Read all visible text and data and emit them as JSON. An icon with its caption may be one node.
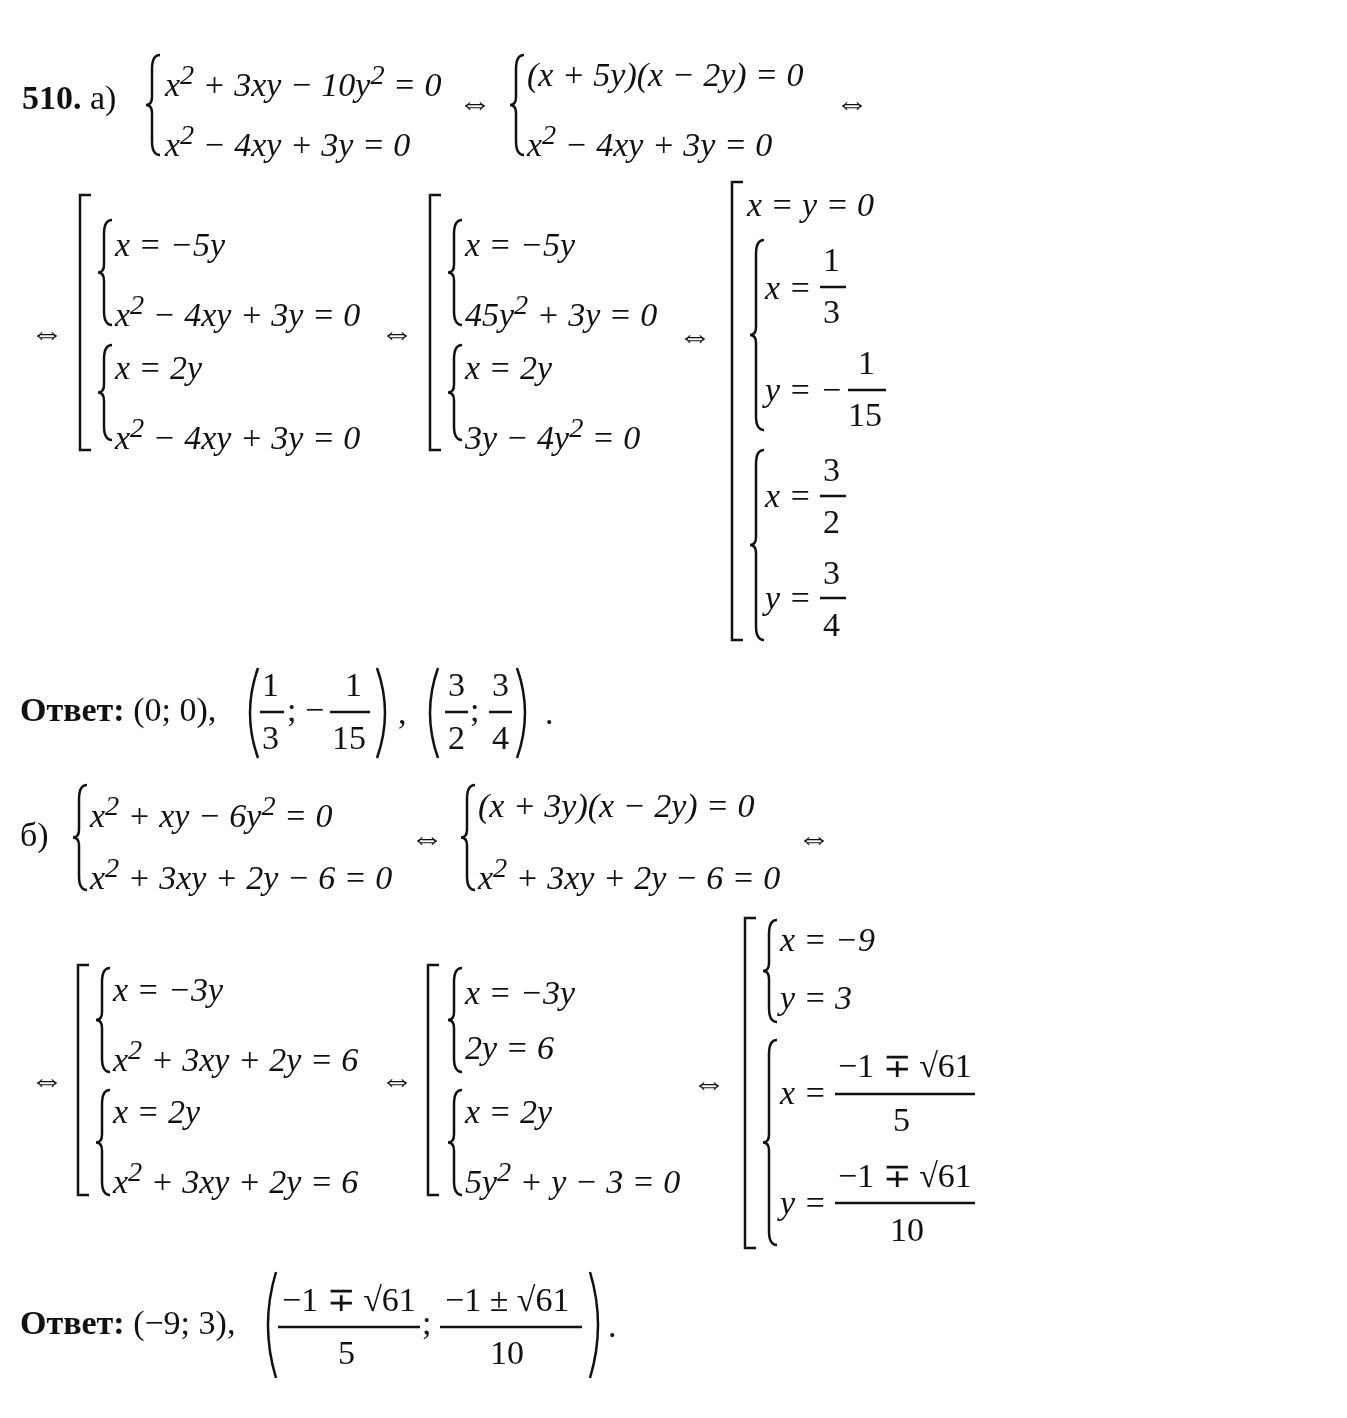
{
  "diagram": {
    "labels": [
      "**510.** а)",
      "x$^{2}$ + 3xy − 10y$^{2}$ = 0",
      "x$^{2}$ − 4xy + 3y = 0",
      "⇔",
      "(x + 5y)(x − 2y) = 0",
      "x$^{2}$ − 4xy + 3y = 0",
      "⇔",
      "⇔",
      "x = −5y",
      "x$^{2}$ − 4xy + 3y = 0",
      "x = 2y",
      "x$^{2}$ − 4xy + 3y = 0",
      "⇔",
      "x = −5y",
      "45y$^{2}$ + 3y = 0",
      "x = 2y",
      "3y − 4y$^{2}$ = 0",
      "⇔",
      "x = y = 0",
      "x =",
      "1",
      "3",
      "y = −",
      "1",
      "15",
      "x =",
      "3",
      "2",
      "y =",
      "3",
      "4",
      "**Ответ:** (0; 0),",
      "1",
      "3",
      ";",
      "−",
      "1",
      "15",
      ",",
      "3",
      "2",
      ";",
      "3",
      "4",
      ".",
      "б)",
      "x$^{2}$ + xy − 6y$^{2}$ = 0",
      "x$^{2}$ + 3xy + 2y − 6 = 0",
      "⇔",
      "(x + 3y)(x − 2y) = 0",
      "x$^{2}$ + 3xy + 2y − 6 = 0",
      "⇔",
      "⇔",
      "x = −3y",
      "x$^{2}$ + 3xy + 2y = 6",
      "x = 2y",
      "x$^{2}$ + 3xy + 2y = 6",
      "⇔",
      "x = −3y",
      "2y = 6",
      "x = 2y",
      "5y$^{2}$ + y − 3 = 0",
      "⇔",
      "x = −9",
      "y = 3",
      "x =",
      "−1 ∓ √61",
      "5",
      "y =",
      "−1 ∓ √61",
      "10",
      "**Ответ:** (−9; 3),",
      "−1 ∓ √61",
      "5",
      ";",
      "−1 ± √61",
      "10",
      "."
    ]
  }
}
